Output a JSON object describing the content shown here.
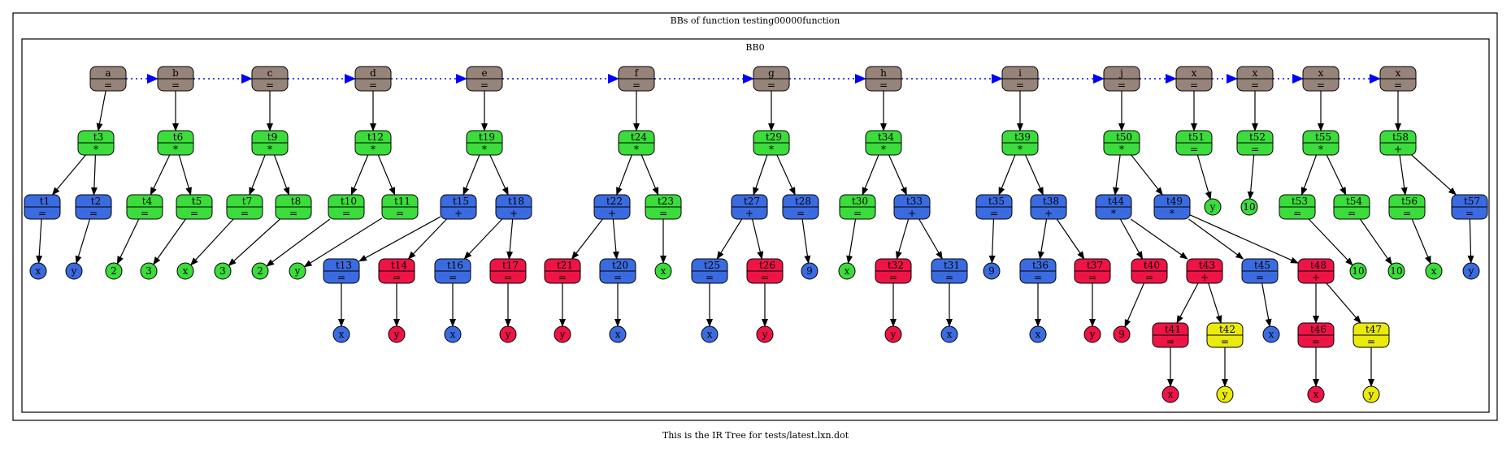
{
  "outer_title": "BBs of function testing00000function",
  "cluster_title": "BB0",
  "caption": "This is the IR Tree for tests/latest.lxn.dot",
  "colors": {
    "var": "#968379",
    "green": "#3bdc3b",
    "blue": "#3b6be0",
    "red": "#ee1446",
    "yellow": "#eaea0c",
    "chain_edge": "#0000ff",
    "edge": "#000000"
  },
  "nodes": [
    {
      "id": "a",
      "label": "a",
      "op": "=",
      "kind": "box",
      "color": "var"
    },
    {
      "id": "b",
      "label": "b",
      "op": "=",
      "kind": "box",
      "color": "var"
    },
    {
      "id": "c1",
      "label": "c",
      "op": "=",
      "kind": "box",
      "color": "var"
    },
    {
      "id": "d",
      "label": "d",
      "op": "=",
      "kind": "box",
      "color": "var"
    },
    {
      "id": "e",
      "label": "e",
      "op": "=",
      "kind": "box",
      "color": "var"
    },
    {
      "id": "f",
      "label": "f",
      "op": "=",
      "kind": "box",
      "color": "var"
    },
    {
      "id": "g",
      "label": "g",
      "op": "=",
      "kind": "box",
      "color": "var"
    },
    {
      "id": "h",
      "label": "h",
      "op": "=",
      "kind": "box",
      "color": "var"
    },
    {
      "id": "i",
      "label": "i",
      "op": "=",
      "kind": "box",
      "color": "var"
    },
    {
      "id": "j",
      "label": "j",
      "op": "=",
      "kind": "box",
      "color": "var"
    },
    {
      "id": "x1",
      "label": "x",
      "op": "=",
      "kind": "box",
      "color": "var"
    },
    {
      "id": "x2",
      "label": "x",
      "op": "=",
      "kind": "box",
      "color": "var"
    },
    {
      "id": "x3",
      "label": "x",
      "op": "=",
      "kind": "box",
      "color": "var"
    },
    {
      "id": "x4",
      "label": "x",
      "op": "=",
      "kind": "box",
      "color": "var"
    },
    {
      "id": "t3",
      "label": "_t3",
      "op": "*",
      "kind": "box",
      "color": "green"
    },
    {
      "id": "t6",
      "label": "_t6",
      "op": "*",
      "kind": "box",
      "color": "green"
    },
    {
      "id": "t9",
      "label": "_t9",
      "op": "*",
      "kind": "box",
      "color": "green"
    },
    {
      "id": "t12",
      "label": "_t12",
      "op": "*",
      "kind": "box",
      "color": "green"
    },
    {
      "id": "t19",
      "label": "_t19",
      "op": "*",
      "kind": "box",
      "color": "green"
    },
    {
      "id": "t24",
      "label": "_t24",
      "op": "*",
      "kind": "box",
      "color": "green"
    },
    {
      "id": "t29",
      "label": "_t29",
      "op": "*",
      "kind": "box",
      "color": "green"
    },
    {
      "id": "t34",
      "label": "_t34",
      "op": "*",
      "kind": "box",
      "color": "green"
    },
    {
      "id": "t39",
      "label": "_t39",
      "op": "*",
      "kind": "box",
      "color": "green"
    },
    {
      "id": "t50",
      "label": "_t50",
      "op": "*",
      "kind": "box",
      "color": "green"
    },
    {
      "id": "t51",
      "label": "_t51",
      "op": "=",
      "kind": "box",
      "color": "green"
    },
    {
      "id": "t52",
      "label": "_t52",
      "op": "=",
      "kind": "box",
      "color": "green"
    },
    {
      "id": "t55",
      "label": "_t55",
      "op": "*",
      "kind": "box",
      "color": "green"
    },
    {
      "id": "t58",
      "label": "_t58",
      "op": "+",
      "kind": "box",
      "color": "green"
    },
    {
      "id": "t1",
      "label": "_t1",
      "op": "=",
      "kind": "box",
      "color": "blue"
    },
    {
      "id": "t2",
      "label": "_t2",
      "op": "=",
      "kind": "box",
      "color": "blue"
    },
    {
      "id": "t4",
      "label": "_t4",
      "op": "=",
      "kind": "box",
      "color": "green"
    },
    {
      "id": "t5",
      "label": "_t5",
      "op": "=",
      "kind": "box",
      "color": "green"
    },
    {
      "id": "t7",
      "label": "_t7",
      "op": "=",
      "kind": "box",
      "color": "green"
    },
    {
      "id": "t8",
      "label": "_t8",
      "op": "=",
      "kind": "box",
      "color": "green"
    },
    {
      "id": "t10",
      "label": "_t10",
      "op": "=",
      "kind": "box",
      "color": "green"
    },
    {
      "id": "t11",
      "label": "_t11",
      "op": "=",
      "kind": "box",
      "color": "green"
    },
    {
      "id": "t15",
      "label": "_t15",
      "op": "+",
      "kind": "box",
      "color": "blue"
    },
    {
      "id": "t18",
      "label": "_t18",
      "op": "+",
      "kind": "box",
      "color": "blue"
    },
    {
      "id": "t22",
      "label": "_t22",
      "op": "+",
      "kind": "box",
      "color": "blue"
    },
    {
      "id": "t23",
      "label": "_t23",
      "op": "=",
      "kind": "box",
      "color": "green"
    },
    {
      "id": "t27",
      "label": "_t27",
      "op": "+",
      "kind": "box",
      "color": "blue"
    },
    {
      "id": "t28",
      "label": "_t28",
      "op": "=",
      "kind": "box",
      "color": "blue"
    },
    {
      "id": "t30",
      "label": "_t30",
      "op": "=",
      "kind": "box",
      "color": "green"
    },
    {
      "id": "t33",
      "label": "_t33",
      "op": "+",
      "kind": "box",
      "color": "blue"
    },
    {
      "id": "t35",
      "label": "_t35",
      "op": "=",
      "kind": "box",
      "color": "blue"
    },
    {
      "id": "t38",
      "label": "_t38",
      "op": "+",
      "kind": "box",
      "color": "blue"
    },
    {
      "id": "t44",
      "label": "_t44",
      "op": "*",
      "kind": "box",
      "color": "blue"
    },
    {
      "id": "t49",
      "label": "_t49",
      "op": "*",
      "kind": "box",
      "color": "blue"
    },
    {
      "id": "t53",
      "label": "_t53",
      "op": "=",
      "kind": "box",
      "color": "green"
    },
    {
      "id": "t54",
      "label": "_t54",
      "op": "=",
      "kind": "box",
      "color": "green"
    },
    {
      "id": "t56",
      "label": "_t56",
      "op": "=",
      "kind": "box",
      "color": "green"
    },
    {
      "id": "t57",
      "label": "_t57",
      "op": "=",
      "kind": "box",
      "color": "blue"
    },
    {
      "id": "t13",
      "label": "_t13",
      "op": "=",
      "kind": "box",
      "color": "blue"
    },
    {
      "id": "t14",
      "label": "_t14",
      "op": "=",
      "kind": "box",
      "color": "red"
    },
    {
      "id": "t16",
      "label": "_t16",
      "op": "=",
      "kind": "box",
      "color": "blue"
    },
    {
      "id": "t17",
      "label": "_t17",
      "op": "=",
      "kind": "box",
      "color": "red"
    },
    {
      "id": "t21",
      "label": "_t21",
      "op": "=",
      "kind": "box",
      "color": "red"
    },
    {
      "id": "t20",
      "label": "_t20",
      "op": "=",
      "kind": "box",
      "color": "blue"
    },
    {
      "id": "t25",
      "label": "_t25",
      "op": "=",
      "kind": "box",
      "color": "blue"
    },
    {
      "id": "t26",
      "label": "_t26",
      "op": "=",
      "kind": "box",
      "color": "red"
    },
    {
      "id": "t32",
      "label": "_t32",
      "op": "=",
      "kind": "box",
      "color": "red"
    },
    {
      "id": "t31",
      "label": "_t31",
      "op": "=",
      "kind": "box",
      "color": "blue"
    },
    {
      "id": "t36",
      "label": "_t36",
      "op": "=",
      "kind": "box",
      "color": "blue"
    },
    {
      "id": "t37",
      "label": "_t37",
      "op": "=",
      "kind": "box",
      "color": "red"
    },
    {
      "id": "t40",
      "label": "_t40",
      "op": "=",
      "kind": "box",
      "color": "red"
    },
    {
      "id": "t43",
      "label": "_t43",
      "op": "+",
      "kind": "box",
      "color": "red"
    },
    {
      "id": "t45",
      "label": "_t45",
      "op": "=",
      "kind": "box",
      "color": "blue"
    },
    {
      "id": "t48",
      "label": "_t48",
      "op": "+",
      "kind": "box",
      "color": "red"
    },
    {
      "id": "t41",
      "label": "_t41",
      "op": "=",
      "kind": "box",
      "color": "red"
    },
    {
      "id": "t42",
      "label": "_t42",
      "op": "=",
      "kind": "box",
      "color": "yellow"
    },
    {
      "id": "t46",
      "label": "_t46",
      "op": "=",
      "kind": "box",
      "color": "red"
    },
    {
      "id": "t47",
      "label": "_t47",
      "op": "=",
      "kind": "box",
      "color": "yellow"
    },
    {
      "id": "l1",
      "label": "x",
      "kind": "leaf",
      "color": "blue"
    },
    {
      "id": "l2",
      "label": "y",
      "kind": "leaf",
      "color": "blue"
    },
    {
      "id": "l3",
      "label": "2",
      "kind": "leaf",
      "color": "green"
    },
    {
      "id": "l4",
      "label": "3",
      "kind": "leaf",
      "color": "green"
    },
    {
      "id": "l5",
      "label": "x",
      "kind": "leaf",
      "color": "green"
    },
    {
      "id": "l6",
      "label": "3",
      "kind": "leaf",
      "color": "green"
    },
    {
      "id": "l7",
      "label": "2",
      "kind": "leaf",
      "color": "green"
    },
    {
      "id": "l8",
      "label": "y",
      "kind": "leaf",
      "color": "green"
    },
    {
      "id": "l9",
      "label": "x",
      "kind": "leaf",
      "color": "green"
    },
    {
      "id": "l10",
      "label": "9",
      "kind": "leaf",
      "color": "blue"
    },
    {
      "id": "l11",
      "label": "x",
      "kind": "leaf",
      "color": "green"
    },
    {
      "id": "l12",
      "label": "9",
      "kind": "leaf",
      "color": "blue"
    },
    {
      "id": "l13",
      "label": "y",
      "kind": "leaf",
      "color": "green"
    },
    {
      "id": "l14",
      "label": "10",
      "kind": "leaf",
      "color": "green"
    },
    {
      "id": "l15",
      "label": "10",
      "kind": "leaf",
      "color": "green"
    },
    {
      "id": "l16",
      "label": "10",
      "kind": "leaf",
      "color": "green"
    },
    {
      "id": "l17",
      "label": "x",
      "kind": "leaf",
      "color": "green"
    },
    {
      "id": "l18",
      "label": "y",
      "kind": "leaf",
      "color": "blue"
    },
    {
      "id": "l19",
      "label": "x",
      "kind": "leaf",
      "color": "blue"
    },
    {
      "id": "l20",
      "label": "y",
      "kind": "leaf",
      "color": "red"
    },
    {
      "id": "l21",
      "label": "x",
      "kind": "leaf",
      "color": "blue"
    },
    {
      "id": "l22",
      "label": "y",
      "kind": "leaf",
      "color": "red"
    },
    {
      "id": "l23",
      "label": "y",
      "kind": "leaf",
      "color": "red"
    },
    {
      "id": "l24",
      "label": "x",
      "kind": "leaf",
      "color": "blue"
    },
    {
      "id": "l25",
      "label": "x",
      "kind": "leaf",
      "color": "blue"
    },
    {
      "id": "l26",
      "label": "y",
      "kind": "leaf",
      "color": "red"
    },
    {
      "id": "l27",
      "label": "y",
      "kind": "leaf",
      "color": "red"
    },
    {
      "id": "l28",
      "label": "x",
      "kind": "leaf",
      "color": "blue"
    },
    {
      "id": "l29",
      "label": "x",
      "kind": "leaf",
      "color": "blue"
    },
    {
      "id": "l30",
      "label": "y",
      "kind": "leaf",
      "color": "red"
    },
    {
      "id": "l31",
      "label": "9",
      "kind": "leaf",
      "color": "red"
    },
    {
      "id": "l32",
      "label": "x",
      "kind": "leaf",
      "color": "blue"
    },
    {
      "id": "l33",
      "label": "x",
      "kind": "leaf",
      "color": "red"
    },
    {
      "id": "l34",
      "label": "y",
      "kind": "leaf",
      "color": "yellow"
    },
    {
      "id": "l35",
      "label": "x",
      "kind": "leaf",
      "color": "red"
    },
    {
      "id": "l36",
      "label": "y",
      "kind": "leaf",
      "color": "yellow"
    }
  ],
  "chain_edges": [
    [
      "a",
      "b"
    ],
    [
      "b",
      "c1"
    ],
    [
      "c1",
      "d"
    ],
    [
      "d",
      "e"
    ],
    [
      "e",
      "f"
    ],
    [
      "f",
      "g"
    ],
    [
      "g",
      "h"
    ],
    [
      "h",
      "i"
    ],
    [
      "i",
      "j"
    ],
    [
      "j",
      "x1"
    ],
    [
      "x1",
      "x2"
    ],
    [
      "x2",
      "x3"
    ],
    [
      "x3",
      "x4"
    ]
  ],
  "edges": [
    [
      "a",
      "t3"
    ],
    [
      "t3",
      "t1"
    ],
    [
      "t3",
      "t2"
    ],
    [
      "t1",
      "l1"
    ],
    [
      "t2",
      "l2"
    ],
    [
      "b",
      "t6"
    ],
    [
      "t6",
      "t4"
    ],
    [
      "t6",
      "t5"
    ],
    [
      "t4",
      "l3"
    ],
    [
      "t5",
      "l4"
    ],
    [
      "c1",
      "t9"
    ],
    [
      "t9",
      "t7"
    ],
    [
      "t9",
      "t8"
    ],
    [
      "t7",
      "l5"
    ],
    [
      "t8",
      "l6"
    ],
    [
      "d",
      "t12"
    ],
    [
      "t12",
      "t10"
    ],
    [
      "t12",
      "t11"
    ],
    [
      "t10",
      "l7"
    ],
    [
      "t11",
      "l8"
    ],
    [
      "e",
      "t19"
    ],
    [
      "t19",
      "t15"
    ],
    [
      "t19",
      "t18"
    ],
    [
      "t15",
      "t13"
    ],
    [
      "t15",
      "t14"
    ],
    [
      "t18",
      "t16"
    ],
    [
      "t18",
      "t17"
    ],
    [
      "t13",
      "l19"
    ],
    [
      "t14",
      "l20"
    ],
    [
      "t16",
      "l21"
    ],
    [
      "t17",
      "l22"
    ],
    [
      "f",
      "t24"
    ],
    [
      "t24",
      "t22"
    ],
    [
      "t24",
      "t23"
    ],
    [
      "t22",
      "t21"
    ],
    [
      "t22",
      "t20"
    ],
    [
      "t23",
      "l9"
    ],
    [
      "t21",
      "l23"
    ],
    [
      "t20",
      "l24"
    ],
    [
      "g",
      "t29"
    ],
    [
      "t29",
      "t27"
    ],
    [
      "t29",
      "t28"
    ],
    [
      "t27",
      "t25"
    ],
    [
      "t27",
      "t26"
    ],
    [
      "t28",
      "l10"
    ],
    [
      "t25",
      "l25"
    ],
    [
      "t26",
      "l26"
    ],
    [
      "h",
      "t34"
    ],
    [
      "t34",
      "t30"
    ],
    [
      "t34",
      "t33"
    ],
    [
      "t30",
      "l11"
    ],
    [
      "t33",
      "t32"
    ],
    [
      "t33",
      "t31"
    ],
    [
      "t32",
      "l27"
    ],
    [
      "t31",
      "l28"
    ],
    [
      "i",
      "t39"
    ],
    [
      "t39",
      "t35"
    ],
    [
      "t39",
      "t38"
    ],
    [
      "t35",
      "l12"
    ],
    [
      "t38",
      "t36"
    ],
    [
      "t38",
      "t37"
    ],
    [
      "t36",
      "l29"
    ],
    [
      "t37",
      "l30"
    ],
    [
      "j",
      "t50"
    ],
    [
      "t50",
      "t44"
    ],
    [
      "t50",
      "t49"
    ],
    [
      "t44",
      "t40"
    ],
    [
      "t44",
      "t43"
    ],
    [
      "t49",
      "t45"
    ],
    [
      "t49",
      "t48"
    ],
    [
      "t40",
      "l31"
    ],
    [
      "t43",
      "t41"
    ],
    [
      "t43",
      "t42"
    ],
    [
      "t45",
      "l32"
    ],
    [
      "t48",
      "t46"
    ],
    [
      "t48",
      "t47"
    ],
    [
      "t41",
      "l33"
    ],
    [
      "t42",
      "l34"
    ],
    [
      "t46",
      "l35"
    ],
    [
      "t47",
      "l36"
    ],
    [
      "x1",
      "t51"
    ],
    [
      "t51",
      "l13"
    ],
    [
      "x2",
      "t52"
    ],
    [
      "t52",
      "l14"
    ],
    [
      "x3",
      "t55"
    ],
    [
      "t55",
      "t53"
    ],
    [
      "t55",
      "t54"
    ],
    [
      "t53",
      "l15"
    ],
    [
      "t54",
      "l16"
    ],
    [
      "x4",
      "t58"
    ],
    [
      "t58",
      "t56"
    ],
    [
      "t58",
      "t57"
    ],
    [
      "t56",
      "l17"
    ],
    [
      "t57",
      "l18"
    ]
  ]
}
